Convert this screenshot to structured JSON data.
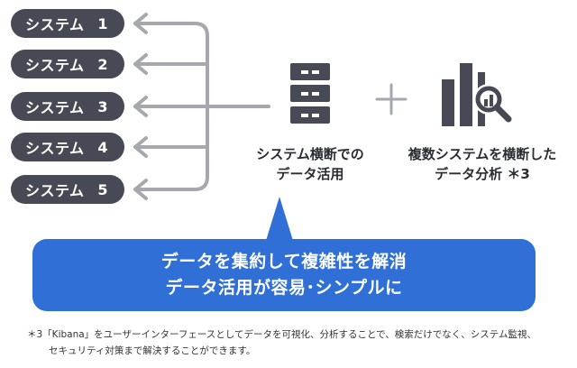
{
  "systems": [
    {
      "label": "システム",
      "num": "1"
    },
    {
      "label": "システム",
      "num": "2"
    },
    {
      "label": "システム",
      "num": "3"
    },
    {
      "label": "システム",
      "num": "4"
    },
    {
      "label": "システム",
      "num": "5"
    }
  ],
  "server_caption": {
    "line1": "システム横断での",
    "line2": "データ活用"
  },
  "analysis_caption": {
    "line1": "複数システムを横断した",
    "line2": "データ分析 ＊3"
  },
  "plus_symbol": "+",
  "banner": {
    "line1": "データを集約して複雑性を解消",
    "line2": "データ活用が容易･シンプルに"
  },
  "footnote": {
    "line1": "＊3「Kibana」をユーザーインターフェースとしてデータを可視化、分析することで、検索だけでなく、システム監視、",
    "line2": "セキュリティ対策まで解決することができます。"
  },
  "colors": {
    "pill": "#474a55",
    "arrow": "#a6a8ae",
    "banner": "#2f6fd6",
    "icon": "#474a55"
  },
  "icons": [
    "server-icon",
    "plus-icon",
    "bar-chart-magnifier-icon"
  ]
}
